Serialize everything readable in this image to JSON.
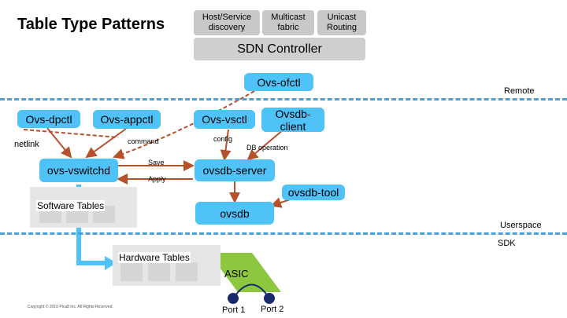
{
  "title": "Table Type Patterns",
  "apps": [
    "Host/Service discovery",
    "Multicast fabric",
    "Unicast Routing"
  ],
  "sdn_controller": "SDN Controller",
  "components": {
    "ovs_ofctl": "Ovs-ofctl",
    "ovs_dpctl": "Ovs-dpctl",
    "ovs_appctl": "Ovs-appctl",
    "ovs_vsctl": "Ovs-vsctl",
    "ovsdb_client": "Ovsdb-client",
    "ovs_vswitchd": "ovs-vswitchd",
    "ovsdb_server": "ovsdb-server",
    "ovsdb_tool": "ovsdb-tool",
    "ovsdb": "ovsdb"
  },
  "labels": {
    "remote": "Remote",
    "netlink": "netlink",
    "command": "command",
    "config": "config",
    "db_operation": "DB operation",
    "save": "Save",
    "apply": "Apply",
    "software_tables": "Software Tables",
    "userspace": "Userspace",
    "sdk": "SDK",
    "hardware_tables": "Hardware Tables",
    "asic": "ASIC",
    "port1": "Port 1",
    "port2": "Port 2",
    "copyright": "Copyright © 2015 Pica8 Inc. All Rights Reserved."
  },
  "colors": {
    "component": "#4fc3f7",
    "arrow": "#b5512b",
    "divider": "#4aa0d8",
    "asic": "#8dc63f",
    "port": "#1a2a6c"
  }
}
